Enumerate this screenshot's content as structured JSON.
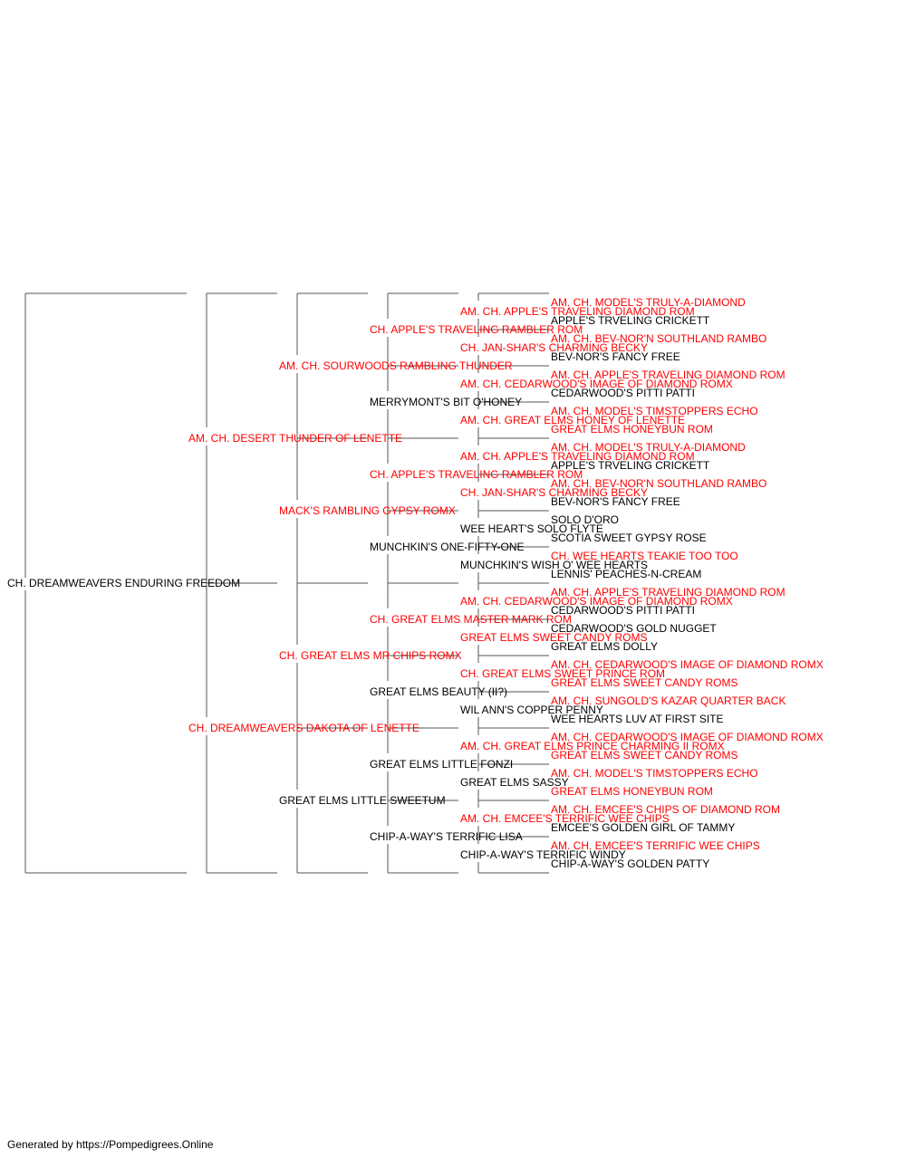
{
  "colors": {
    "champion": "#ff0000",
    "normal": "#000000",
    "line": "#555555"
  },
  "subject": {
    "name": "CH. DREAMWEAVERS ENDURING FREEDOM",
    "red": false
  },
  "pedigree": [
    {
      "name": "AM. CH. DESERT THUNDER OF LENETTE",
      "red": true
    },
    {
      "name": "CH. DREAMWEAVERS DAKOTA OF LENETTE",
      "red": true
    },
    {
      "name": "AM. CH. SOURWOODS RAMBLING THUNDER",
      "red": true
    },
    {
      "name": "MACK'S RAMBLING GYPSY ROMX",
      "red": true
    },
    {
      "name": "CH. GREAT ELMS MR CHIPS ROMX",
      "red": true
    },
    {
      "name": "GREAT ELMS LITTLE SWEETUM",
      "red": false
    },
    {
      "name": "CH. APPLE'S TRAVELING RAMBLER ROM",
      "red": true
    },
    {
      "name": "MERRYMONT'S BIT O'HONEY",
      "red": false
    },
    {
      "name": "CH. APPLE'S TRAVELING RAMBLER ROM",
      "red": true
    },
    {
      "name": "MUNCHKIN'S ONE-FIFTY-ONE",
      "red": false
    },
    {
      "name": "CH. GREAT ELMS MASTER MARK ROM",
      "red": true
    },
    {
      "name": "GREAT ELMS BEAUTY (II?)",
      "red": false
    },
    {
      "name": "GREAT ELMS LITTLE FONZI",
      "red": false
    },
    {
      "name": "CHIP-A-WAY'S TERRIFIC LISA",
      "red": false
    },
    {
      "name": "AM. CH. APPLE'S TRAVELING DIAMOND ROM",
      "red": true
    },
    {
      "name": "CH. JAN-SHAR'S CHARMING BECKY",
      "red": true
    },
    {
      "name": "AM. CH. CEDARWOOD'S IMAGE OF DIAMOND ROMX",
      "red": true
    },
    {
      "name": "AM. CH. GREAT ELMS HONEY OF LENETTE",
      "red": true
    },
    {
      "name": "AM. CH. APPLE'S TRAVELING DIAMOND ROM",
      "red": true
    },
    {
      "name": "CH. JAN-SHAR'S CHARMING BECKY",
      "red": true
    },
    {
      "name": "WEE HEART'S SOLO FLYTE",
      "red": false
    },
    {
      "name": "MUNCHKIN'S WISH O' WEE HEARTS",
      "red": false
    },
    {
      "name": "AM. CH. CEDARWOOD'S IMAGE OF DIAMOND ROMX",
      "red": true
    },
    {
      "name": "GREAT ELMS SWEET CANDY ROMS",
      "red": true
    },
    {
      "name": "CH. GREAT ELMS SWEET PRINCE ROM",
      "red": true
    },
    {
      "name": "WIL ANN'S COPPER PENNY",
      "red": false
    },
    {
      "name": "AM. CH. GREAT ELMS PRINCE CHARMING II ROMX",
      "red": true
    },
    {
      "name": "GREAT ELMS SASSY",
      "red": false
    },
    {
      "name": "AM. CH. EMCEE'S TERRIFIC WEE CHIPS",
      "red": true
    },
    {
      "name": "CHIP-A-WAY'S TERRIFIC WINDY",
      "red": false
    },
    {
      "name": "AM. CH. MODEL'S TRULY-A-DIAMOND",
      "red": true
    },
    {
      "name": "APPLE'S TRVELING CRICKETT",
      "red": false
    },
    {
      "name": "AM. CH. BEV-NOR'N SOUTHLAND RAMBO",
      "red": true
    },
    {
      "name": "BEV-NOR'S FANCY FREE",
      "red": false
    },
    {
      "name": "AM. CH. APPLE'S TRAVELING DIAMOND ROM",
      "red": true
    },
    {
      "name": "CEDARWOOD'S PITTI PATTI",
      "red": false
    },
    {
      "name": "AM. CH. MODEL'S TIMSTOPPERS ECHO",
      "red": true
    },
    {
      "name": "GREAT ELMS HONEYBUN ROM",
      "red": true
    },
    {
      "name": "AM. CH. MODEL'S TRULY-A-DIAMOND",
      "red": true
    },
    {
      "name": "APPLE'S TRVELING CRICKETT",
      "red": false
    },
    {
      "name": "AM. CH. BEV-NOR'N SOUTHLAND RAMBO",
      "red": true
    },
    {
      "name": "BEV-NOR'S FANCY FREE",
      "red": false
    },
    {
      "name": "SOLO D'ORO",
      "red": false
    },
    {
      "name": "SCOTIA SWEET GYPSY ROSE",
      "red": false
    },
    {
      "name": "CH. WEE HEARTS TEAKIE TOO TOO",
      "red": true
    },
    {
      "name": "LENNIS' PEACHES-N-CREAM",
      "red": false
    },
    {
      "name": "AM. CH. APPLE'S TRAVELING DIAMOND ROM",
      "red": true
    },
    {
      "name": "CEDARWOOD'S PITTI PATTI",
      "red": false
    },
    {
      "name": "CEDARWOOD'S GOLD NUGGET",
      "red": false
    },
    {
      "name": "GREAT ELMS DOLLY",
      "red": false
    },
    {
      "name": "AM. CH. CEDARWOOD'S IMAGE OF DIAMOND ROMX",
      "red": true
    },
    {
      "name": "GREAT ELMS SWEET CANDY ROMS",
      "red": true
    },
    {
      "name": "AM. CH. SUNGOLD'S KAZAR QUARTER BACK",
      "red": true
    },
    {
      "name": "WEE HEARTS LUV AT FIRST SITE",
      "red": false
    },
    {
      "name": "AM. CH. CEDARWOOD'S IMAGE OF DIAMOND ROMX",
      "red": true
    },
    {
      "name": "GREAT ELMS SWEET CANDY ROMS",
      "red": true
    },
    {
      "name": "AM. CH. MODEL'S TIMSTOPPERS ECHO",
      "red": true
    },
    {
      "name": "GREAT ELMS HONEYBUN ROM",
      "red": true
    },
    {
      "name": "AM. CH. EMCEE'S CHIPS OF DIAMOND ROM",
      "red": true
    },
    {
      "name": "EMCEE'S GOLDEN GIRL OF TAMMY",
      "red": false
    },
    {
      "name": "AM. CH. EMCEE'S TERRIFIC WEE CHIPS",
      "red": true
    },
    {
      "name": "CHIP-A-WAY'S GOLDEN PATTY",
      "red": false
    }
  ],
  "footer": "Generated by https://Pompedigrees.Online"
}
